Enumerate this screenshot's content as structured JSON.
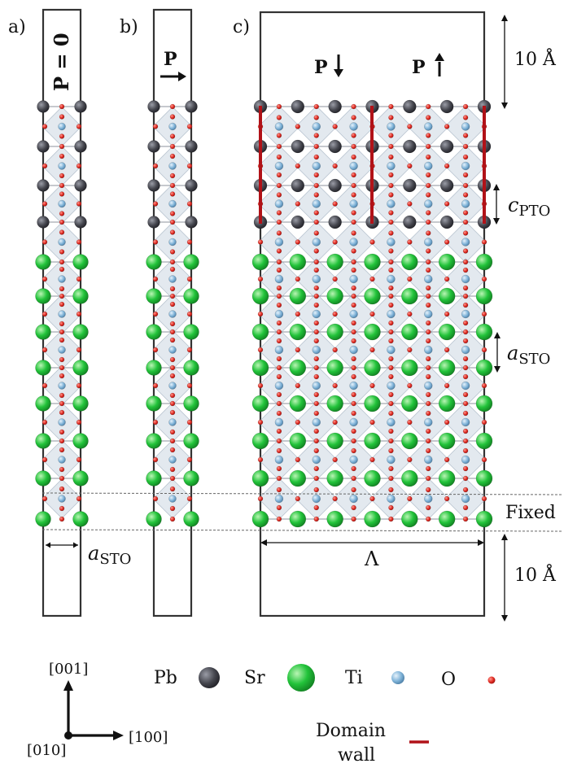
{
  "panels": {
    "a": {
      "label": "a)",
      "polarization": "P = 0",
      "lattice_label": "a",
      "lattice_sub": "STO"
    },
    "b": {
      "label": "b)",
      "polarization": "P"
    },
    "c": {
      "label": "c)",
      "pol_down": "P",
      "pol_up": "P",
      "vacuum_top": "10 Å",
      "vacuum_bottom": "10 Å",
      "c_label": "c",
      "c_sub": "PTO",
      "a_label": "a",
      "a_sub": "STO",
      "fixed": "Fixed",
      "period": "Λ"
    }
  },
  "axes": {
    "z": "[001]",
    "x": "[100]",
    "y": "[010]"
  },
  "legend": {
    "items": [
      {
        "label": "Pb",
        "color": "#45464e"
      },
      {
        "label": "Sr",
        "color": "#22c33a"
      },
      {
        "label": "Ti",
        "color": "#7fb3d8"
      },
      {
        "label": "O",
        "color": "#e02a22"
      }
    ],
    "domain_wall_line1": "Domain",
    "domain_wall_line2": "wall",
    "domain_wall_color": "#b11218"
  },
  "colors": {
    "pb": "#45464e",
    "sr": "#22c33a",
    "ti": "#7fb3d8",
    "o": "#e02a22",
    "octahedron": "#d9e1ea",
    "domain_wall": "#b11218"
  }
}
